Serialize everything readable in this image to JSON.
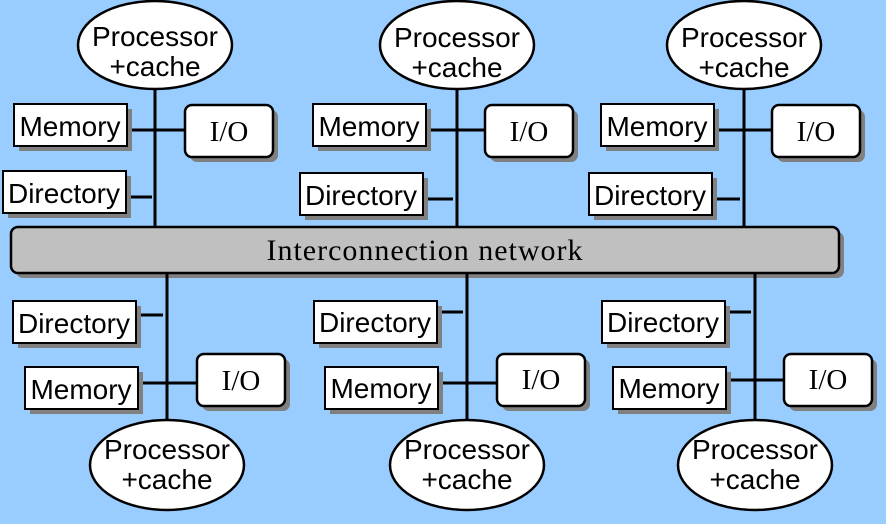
{
  "diagram": {
    "network_label": "Interconnection network",
    "nodes": [
      {
        "processor_line1": "Processor",
        "processor_line2": "+cache",
        "memory": "Memory",
        "io": "I/O",
        "directory": "Directory"
      },
      {
        "processor_line1": "Processor",
        "processor_line2": "+cache",
        "memory": "Memory",
        "io": "I/O",
        "directory": "Directory"
      },
      {
        "processor_line1": "Processor",
        "processor_line2": "+cache",
        "memory": "Memory",
        "io": "I/O",
        "directory": "Directory"
      },
      {
        "processor_line1": "Processor",
        "processor_line2": "+cache",
        "memory": "Memory",
        "io": "I/O",
        "directory": "Directory"
      },
      {
        "processor_line1": "Processor",
        "processor_line2": "+cache",
        "memory": "Memory",
        "io": "I/O",
        "directory": "Directory"
      },
      {
        "processor_line1": "Processor",
        "processor_line2": "+cache",
        "memory": "Memory",
        "io": "I/O",
        "directory": "Directory"
      }
    ],
    "colors": {
      "background": "#99ccff",
      "network_fill": "#c0c0c0",
      "box_fill": "#ffffff",
      "shadow": "#808080",
      "stroke": "#000000"
    }
  }
}
